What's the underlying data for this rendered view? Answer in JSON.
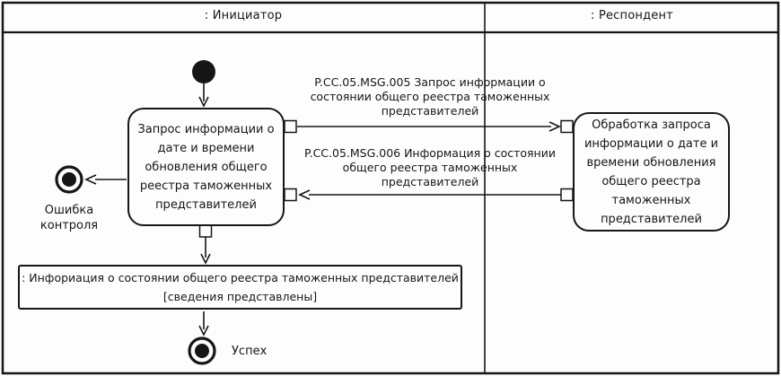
{
  "lanes": {
    "initiator": ": Инициатор",
    "respondent": ": Респондент"
  },
  "activities": {
    "request": "Запрос информации о дате и времени обновления общего реестра таможенных представителей",
    "processing": "Обработка запроса информации о дате и времени обновления общего реестра таможенных представителей"
  },
  "messages": {
    "msg005": "P.CC.05.MSG.005 Запрос информации о состоянии общего реестра таможенных представителей",
    "msg006": "P.CC.05.MSG.006 Информация о состоянии общего реестра таможенных представителей"
  },
  "object_node": {
    "name": ": Инфориация о состоянии общего реестра таможенных представителей",
    "state": "[сведения представлены]"
  },
  "terminals": {
    "error": "Ошибка контроля",
    "success": "Успех"
  },
  "colors": {
    "line": "#161616",
    "background": "#fdfdfd"
  }
}
